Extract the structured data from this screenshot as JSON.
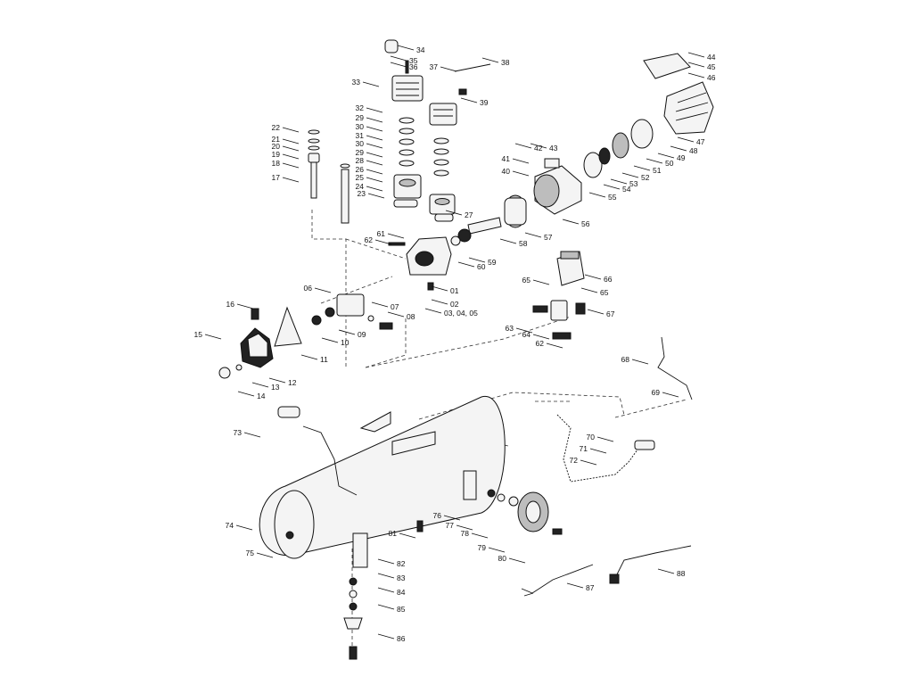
{
  "diagram": {
    "labels": [
      "34",
      "35",
      "36",
      "37",
      "38",
      "33",
      "39",
      "32",
      "29",
      "30",
      "31",
      "30",
      "29",
      "28",
      "26",
      "25",
      "24",
      "23",
      "27",
      "22",
      "21",
      "20",
      "19",
      "18",
      "17",
      "44",
      "45",
      "46",
      "47",
      "48",
      "49",
      "50",
      "51",
      "52",
      "53",
      "54",
      "55",
      "56",
      "42",
      "43",
      "41",
      "40",
      "57",
      "58",
      "59",
      "60",
      "61",
      "62",
      "01",
      "02",
      "03, 04, 05",
      "66",
      "65",
      "65",
      "63",
      "64",
      "67",
      "62",
      "16",
      "15",
      "06",
      "07",
      "08",
      "09",
      "10",
      "11",
      "12",
      "13",
      "14",
      "68",
      "69",
      "73",
      "70",
      "71",
      "72",
      "74",
      "75",
      "76",
      "77",
      "78",
      "79",
      "80",
      "81",
      "82",
      "83",
      "84",
      "85",
      "86",
      "87",
      "88"
    ]
  }
}
